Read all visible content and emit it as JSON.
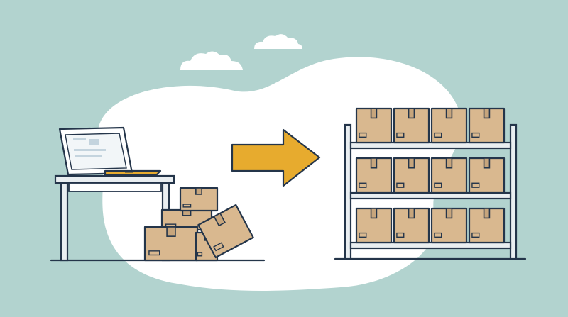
{
  "colors": {
    "background": "#b2d3cf",
    "blob": "#ffffff",
    "outline": "#24354a",
    "box_fill": "#d9b88f",
    "box_shade": "#c7a57c",
    "arrow": "#e7ab2e",
    "laptop_base": "#e7ab2e",
    "shelf_frame": "#e9eef1",
    "screen": "#f2f6f8",
    "screen_ui": "#c4d4de"
  },
  "icons": {
    "clouds": "cloud-icon",
    "laptop": "laptop-icon",
    "desk": "desk-icon",
    "arrow": "arrow-right-icon",
    "shelf": "storage-shelf-icon",
    "box": "cardboard-box-icon"
  },
  "scene": {
    "loose_box_count": 5,
    "shelf_rows": 3,
    "shelf_boxes_per_row": 4
  }
}
